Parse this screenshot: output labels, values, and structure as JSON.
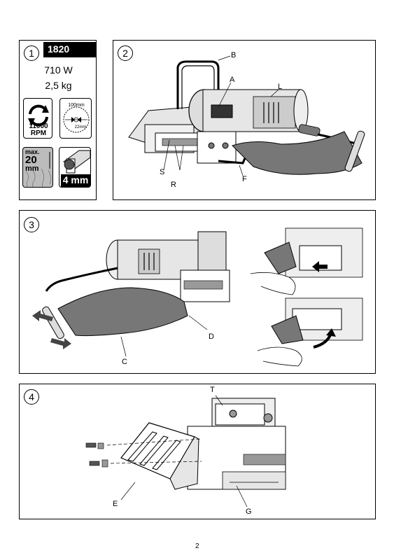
{
  "panel1": {
    "number": "1",
    "model": "1820",
    "power": "710 W",
    "weight": "2,5 kg",
    "rpm_value": "11000",
    "rpm_unit": "RPM",
    "disc_diameter": "100mm",
    "disc_bore": "22mm",
    "depth_max_label": "max.",
    "depth_value": "20",
    "depth_unit": "mm",
    "blade_thickness": "4 mm"
  },
  "panel2": {
    "number": "2",
    "labels": {
      "B": "B",
      "A": "A",
      "L": "L",
      "S": "S",
      "R": "R",
      "F": "F"
    }
  },
  "panel3": {
    "number": "3",
    "labels": {
      "C": "C",
      "D": "D"
    }
  },
  "panel4": {
    "number": "4",
    "labels": {
      "T": "T",
      "E": "E",
      "G": "G"
    }
  },
  "page_number": "2"
}
